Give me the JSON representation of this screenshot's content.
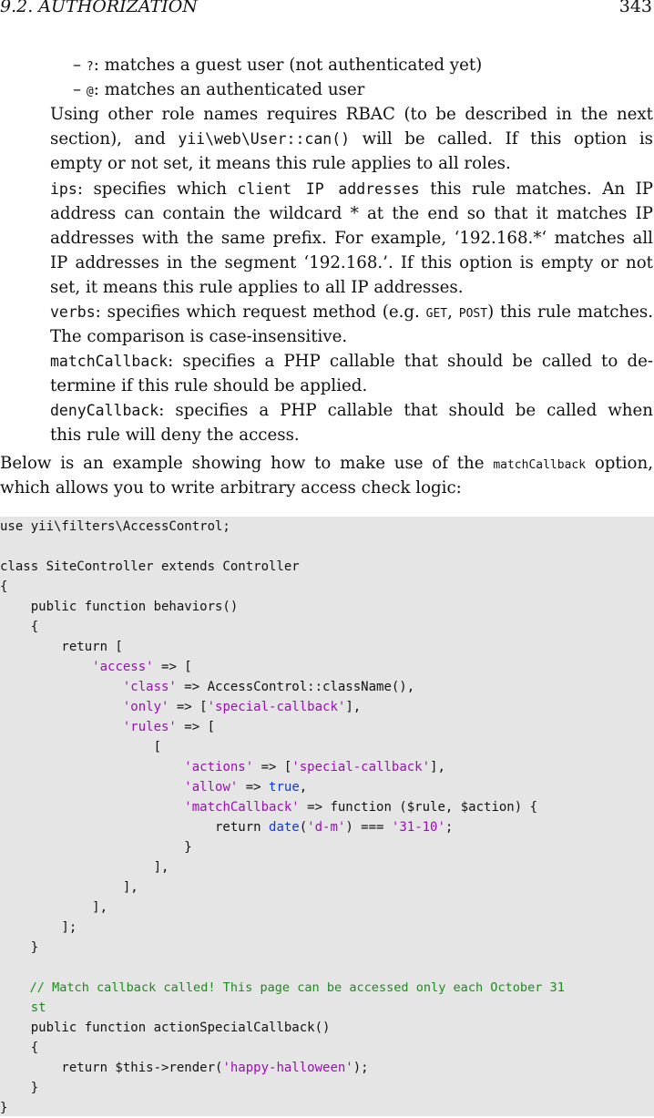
{
  "header": {
    "section": "9.2.  AUTHORIZATION",
    "page_number": "343"
  },
  "list": {
    "guest": {
      "dash": "–",
      "symbol": "?",
      "text": ": matches a guest user (not authenticated yet)"
    },
    "auth": {
      "dash": "–",
      "symbol": "@",
      "text": ": matches an authenticated user"
    }
  },
  "roles_para": {
    "l1": "Using other role names requires RBAC (to be described in the next",
    "l2a": "section), and ",
    "l2code": "yii\\web\\User::can()",
    "l2b": " will be called.  If this option is",
    "l3": "empty or not set, it means this rule applies to all roles."
  },
  "ips": {
    "name": "ips",
    "l1a": ": specifies which ",
    "l1code": "client IP addresses",
    "l1b": " this rule matches.  An IP",
    "l2": "address can contain the wildcard * at the end so that it matches IP",
    "l3": "addresses with the same prefix.  For example, ‘192.168.*‘ matches all",
    "l4": "IP addresses in the segment ‘192.168.’.  If this option is empty or not",
    "l5": "set, it means this rule applies to all IP addresses."
  },
  "verbs": {
    "name": "verbs",
    "l1a": ": specifies which request method (e.g. ",
    "get": "GET",
    "sep": ", ",
    "post": "POST",
    "l1b": ") this rule matches.",
    "l2": "The comparison is case-insensitive."
  },
  "match": {
    "name": "matchCallback",
    "l1": ": specifies a PHP callable that should be called to de-",
    "l2": "termine if this rule should be applied."
  },
  "deny": {
    "name": "denyCallback",
    "l1": ": specifies a PHP callable that should be called when",
    "l2": "this rule will deny the access."
  },
  "below": {
    "l1a": "Below is an example showing how to make use of the ",
    "l1code": "matchCallback",
    "l1b": " option,",
    "l2": "which allows you to write arbitrary access check logic:"
  },
  "code": {
    "c1": "use yii\\filters\\AccessControl;",
    "c3": "class SiteController extends Controller",
    "c4": "{",
    "c5": "    public function behaviors()",
    "c6": "    {",
    "c7": "        return [",
    "c8_i": "            ",
    "c8_s": "'access'",
    "c8_r": " => [",
    "c9_i": "                ",
    "c9_s": "'class'",
    "c9_r": " => AccessControl::className(),",
    "c10_i": "                ",
    "c10_s": "'only'",
    "c10_m": " => [",
    "c10_s2": "'special-callback'",
    "c10_r": "],",
    "c11_i": "                ",
    "c11_s": "'rules'",
    "c11_r": " => [",
    "c12": "                    [",
    "c13_i": "                        ",
    "c13_s": "'actions'",
    "c13_m": " => [",
    "c13_s2": "'special-callback'",
    "c13_r": "],",
    "c14_i": "                        ",
    "c14_s": "'allow'",
    "c14_m": " => ",
    "c14_k": "true",
    "c14_r": ",",
    "c15_i": "                        ",
    "c15_s": "'matchCallback'",
    "c15_r": " => function ($rule, $action) {",
    "c16_i": "                            return ",
    "c16_k": "date",
    "c16_m": "(",
    "c16_s": "'d-m'",
    "c16_m2": ") === ",
    "c16_s2": "'31-10'",
    "c16_r": ";",
    "c17": "                        }",
    "c18": "                    ],",
    "c19": "                ],",
    "c20": "            ],",
    "c21": "        ];",
    "c22": "    }",
    "c24": "    // Match callback called! This page can be accessed only each October 31",
    "c25": "    st",
    "c26": "    public function actionSpecialCallback()",
    "c27": "    {",
    "c28_i": "        return $this->render(",
    "c28_s": "'happy-halloween'",
    "c28_r": ");",
    "c29": "    }",
    "c30": "}"
  }
}
